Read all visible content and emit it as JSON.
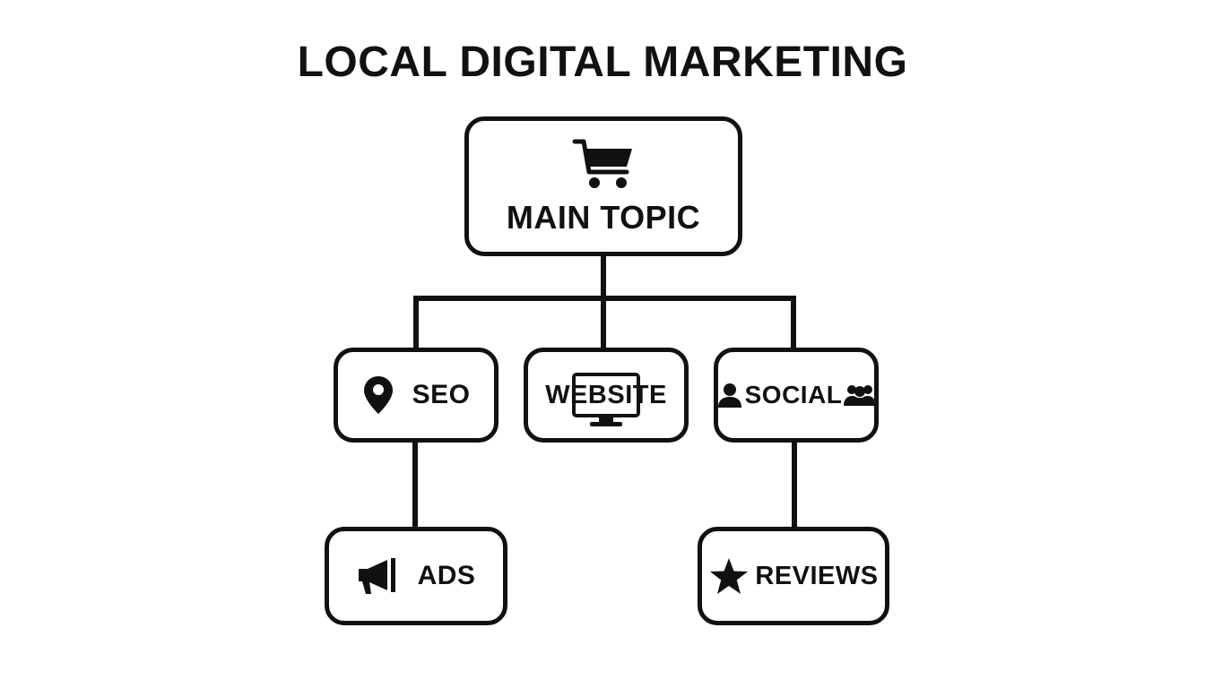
{
  "title": "LOCAL DIGITAL MARKETING",
  "nodes": {
    "main": {
      "label": "MAIN TOPIC",
      "icon": "shopping-cart-icon"
    },
    "seo": {
      "label": "SEO",
      "icon": "map-pin-icon"
    },
    "website": {
      "label": "WEBSITE",
      "icon": "monitor-icon"
    },
    "social": {
      "label": "SOCIAL",
      "icons": [
        "user-icon",
        "users-group-icon"
      ]
    },
    "ads": {
      "label": "ADS",
      "icon": "megaphone-icon"
    },
    "reviews": {
      "label": "REVIEWS",
      "icon": "star-icon"
    }
  },
  "colors": {
    "stroke": "#111111",
    "background": "#ffffff"
  }
}
